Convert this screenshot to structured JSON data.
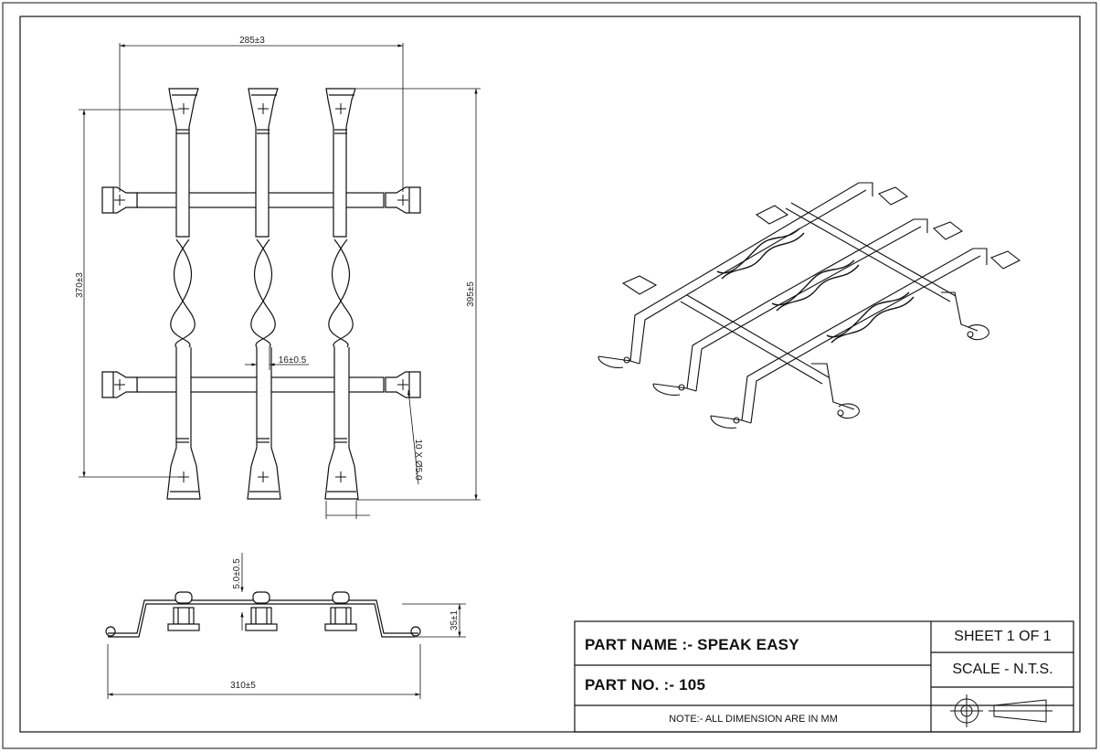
{
  "drawing": {
    "dimensions": {
      "top_width": "285±3",
      "left_height": "370±3",
      "right_height": "395±5",
      "rod_diameter": "16±0.5",
      "holes": "10 X Ø5.0",
      "side_height": "5.0±0.5",
      "side_depth": "35±1",
      "bottom_width": "310±5"
    }
  },
  "title_block": {
    "part_name": "PART NAME :- SPEAK EASY",
    "part_no": "PART NO. :-  105",
    "sheet": "SHEET 1 OF 1",
    "scale": "SCALE - N.T.S.",
    "note": "NOTE:-  ALL DIMENSION ARE IN MM"
  },
  "icons": [
    "projection-circle-icon",
    "projection-cone-icon"
  ],
  "colors": {
    "line": "#111111",
    "paper": "#ffffff"
  }
}
